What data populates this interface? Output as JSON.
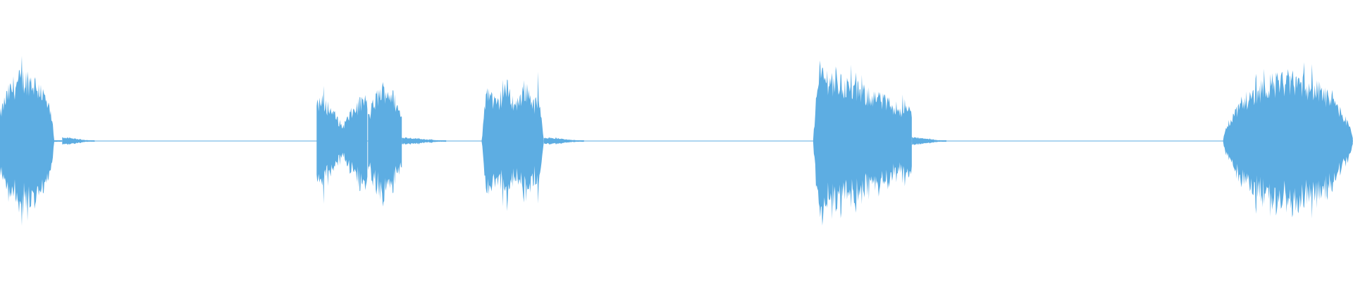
{
  "waveform": {
    "color": "#5dade2",
    "background": "#ffffff",
    "center_amplitude": 0.005,
    "segments": [
      {
        "name": "burst-1",
        "start": 0.0,
        "end": 0.046,
        "peak": 0.85,
        "shape": "dome"
      },
      {
        "name": "burst-1-tail",
        "start": 0.046,
        "end": 0.07,
        "peak": 0.05,
        "shape": "decay"
      },
      {
        "name": "burst-2a",
        "start": 0.234,
        "end": 0.272,
        "peak": 0.55,
        "shape": "dip-down"
      },
      {
        "name": "burst-2b",
        "start": 0.272,
        "end": 0.297,
        "peak": 0.7,
        "shape": "dip-up"
      },
      {
        "name": "burst-2-tail",
        "start": 0.297,
        "end": 0.33,
        "peak": 0.05,
        "shape": "decay"
      },
      {
        "name": "burst-3",
        "start": 0.356,
        "end": 0.402,
        "peak": 0.72,
        "shape": "block"
      },
      {
        "name": "burst-3-tail",
        "start": 0.402,
        "end": 0.432,
        "peak": 0.05,
        "shape": "decay"
      },
      {
        "name": "burst-4",
        "start": 0.601,
        "end": 0.674,
        "peak": 0.95,
        "shape": "attack"
      },
      {
        "name": "burst-4-tail",
        "start": 0.674,
        "end": 0.7,
        "peak": 0.05,
        "shape": "decay"
      },
      {
        "name": "burst-5",
        "start": 0.904,
        "end": 1.0,
        "peak": 0.82,
        "shape": "swell"
      }
    ]
  }
}
